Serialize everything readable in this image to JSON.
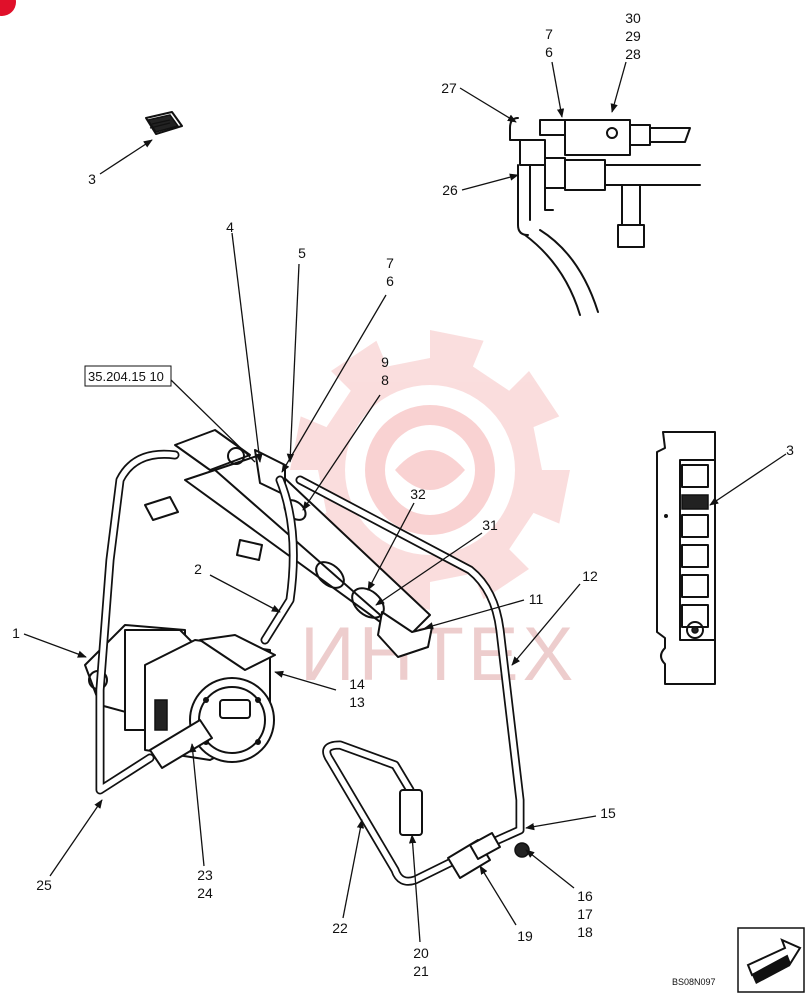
{
  "reference": {
    "text": "35.204.15 10"
  },
  "drawing_code": "BS08N097",
  "watermark": {
    "text": "ИНТЕХ",
    "color": "#f2a0a0"
  },
  "corner_badge": {
    "color": "#e0102a"
  },
  "callouts": [
    {
      "id": "c1",
      "lines": [
        "1"
      ]
    },
    {
      "id": "c2",
      "lines": [
        "2"
      ]
    },
    {
      "id": "c3a",
      "lines": [
        "3"
      ]
    },
    {
      "id": "c3b",
      "lines": [
        "3"
      ]
    },
    {
      "id": "c4",
      "lines": [
        "4"
      ]
    },
    {
      "id": "c5",
      "lines": [
        "5"
      ]
    },
    {
      "id": "c7-6",
      "lines": [
        "7",
        "6"
      ]
    },
    {
      "id": "c9-8",
      "lines": [
        "9",
        "8"
      ]
    },
    {
      "id": "c32",
      "lines": [
        "32"
      ]
    },
    {
      "id": "c31",
      "lines": [
        "31"
      ]
    },
    {
      "id": "c11",
      "lines": [
        "11"
      ]
    },
    {
      "id": "c12",
      "lines": [
        "12"
      ]
    },
    {
      "id": "c14-13",
      "lines": [
        "14",
        "13"
      ]
    },
    {
      "id": "c15",
      "lines": [
        "15"
      ]
    },
    {
      "id": "c16-18",
      "lines": [
        "16",
        "17",
        "18"
      ]
    },
    {
      "id": "c19",
      "lines": [
        "19"
      ]
    },
    {
      "id": "c20-21",
      "lines": [
        "20",
        "21"
      ]
    },
    {
      "id": "c22",
      "lines": [
        "22"
      ]
    },
    {
      "id": "c23-24",
      "lines": [
        "23",
        "24"
      ]
    },
    {
      "id": "c25",
      "lines": [
        "25"
      ]
    },
    {
      "id": "c26",
      "lines": [
        "26"
      ]
    },
    {
      "id": "c27",
      "lines": [
        "27"
      ]
    },
    {
      "id": "c7-6-top",
      "lines": [
        "7",
        "6"
      ]
    },
    {
      "id": "c30-28",
      "lines": [
        "30",
        "29",
        "28"
      ]
    }
  ]
}
